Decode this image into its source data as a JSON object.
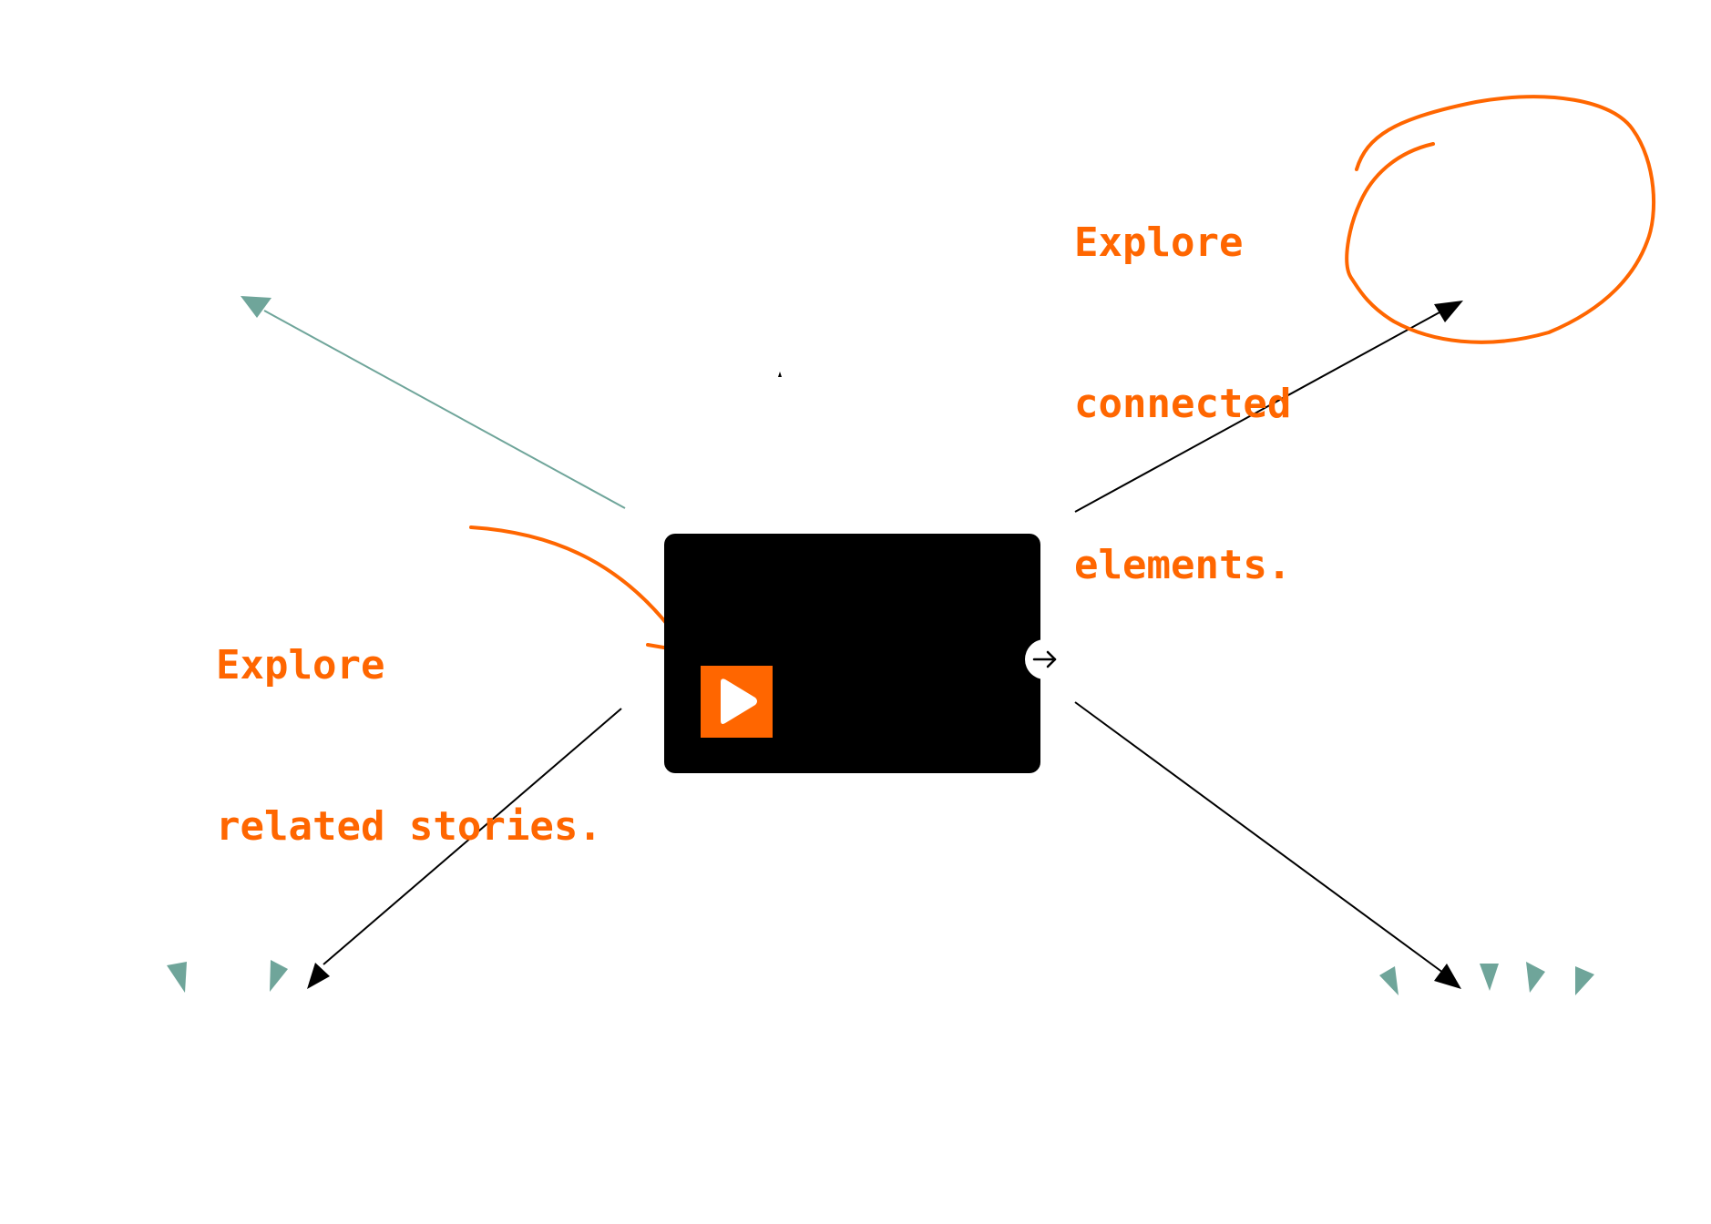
{
  "annotations": {
    "connected": [
      "Explore",
      "connected",
      "elements."
    ],
    "related": [
      "Explore",
      "related stories."
    ]
  },
  "icons": {
    "play": "play-icon",
    "next": "arrow-right-icon"
  },
  "colors": {
    "accent": "#ff6600",
    "card": "#000000",
    "teal": "#6fa59a",
    "line": "#000000"
  }
}
